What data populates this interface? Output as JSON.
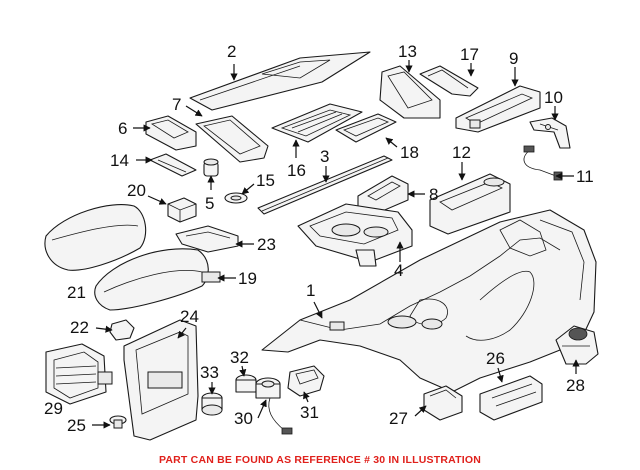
{
  "diagram": {
    "callouts": [
      "1",
      "2",
      "3",
      "4",
      "5",
      "6",
      "7",
      "8",
      "9",
      "10",
      "11",
      "12",
      "13",
      "14",
      "15",
      "16",
      "17",
      "18",
      "19",
      "20",
      "21",
      "22",
      "23",
      "24",
      "25",
      "26",
      "27",
      "28",
      "29",
      "30",
      "31",
      "32",
      "33"
    ],
    "footer_text": "PART CAN BE FOUND AS REFERENCE # 30 IN ILLUSTRATION",
    "footer_color": "#e0201b"
  }
}
